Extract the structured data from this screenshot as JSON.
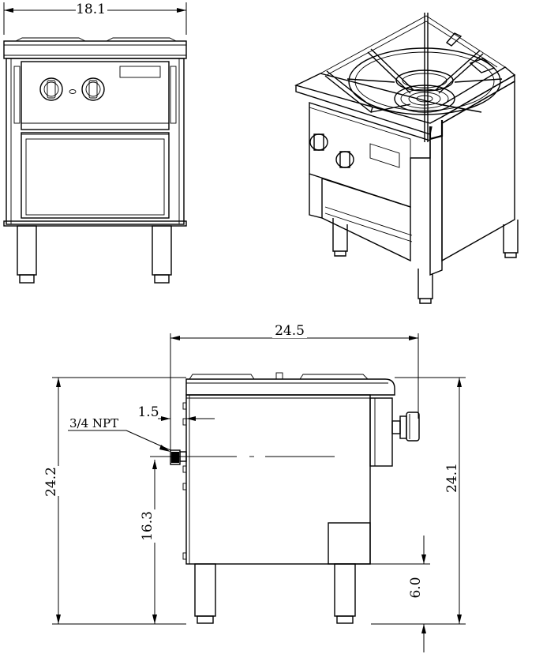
{
  "dimensions": {
    "front_width": "18.1",
    "side_depth": "24.5",
    "side_height_total": "24.2",
    "side_height_rear": "24.1",
    "pipe_height": "16.3",
    "pipe_offset": "1.5",
    "pipe_label": "3/4 NPT",
    "leg_height": "6.0"
  }
}
